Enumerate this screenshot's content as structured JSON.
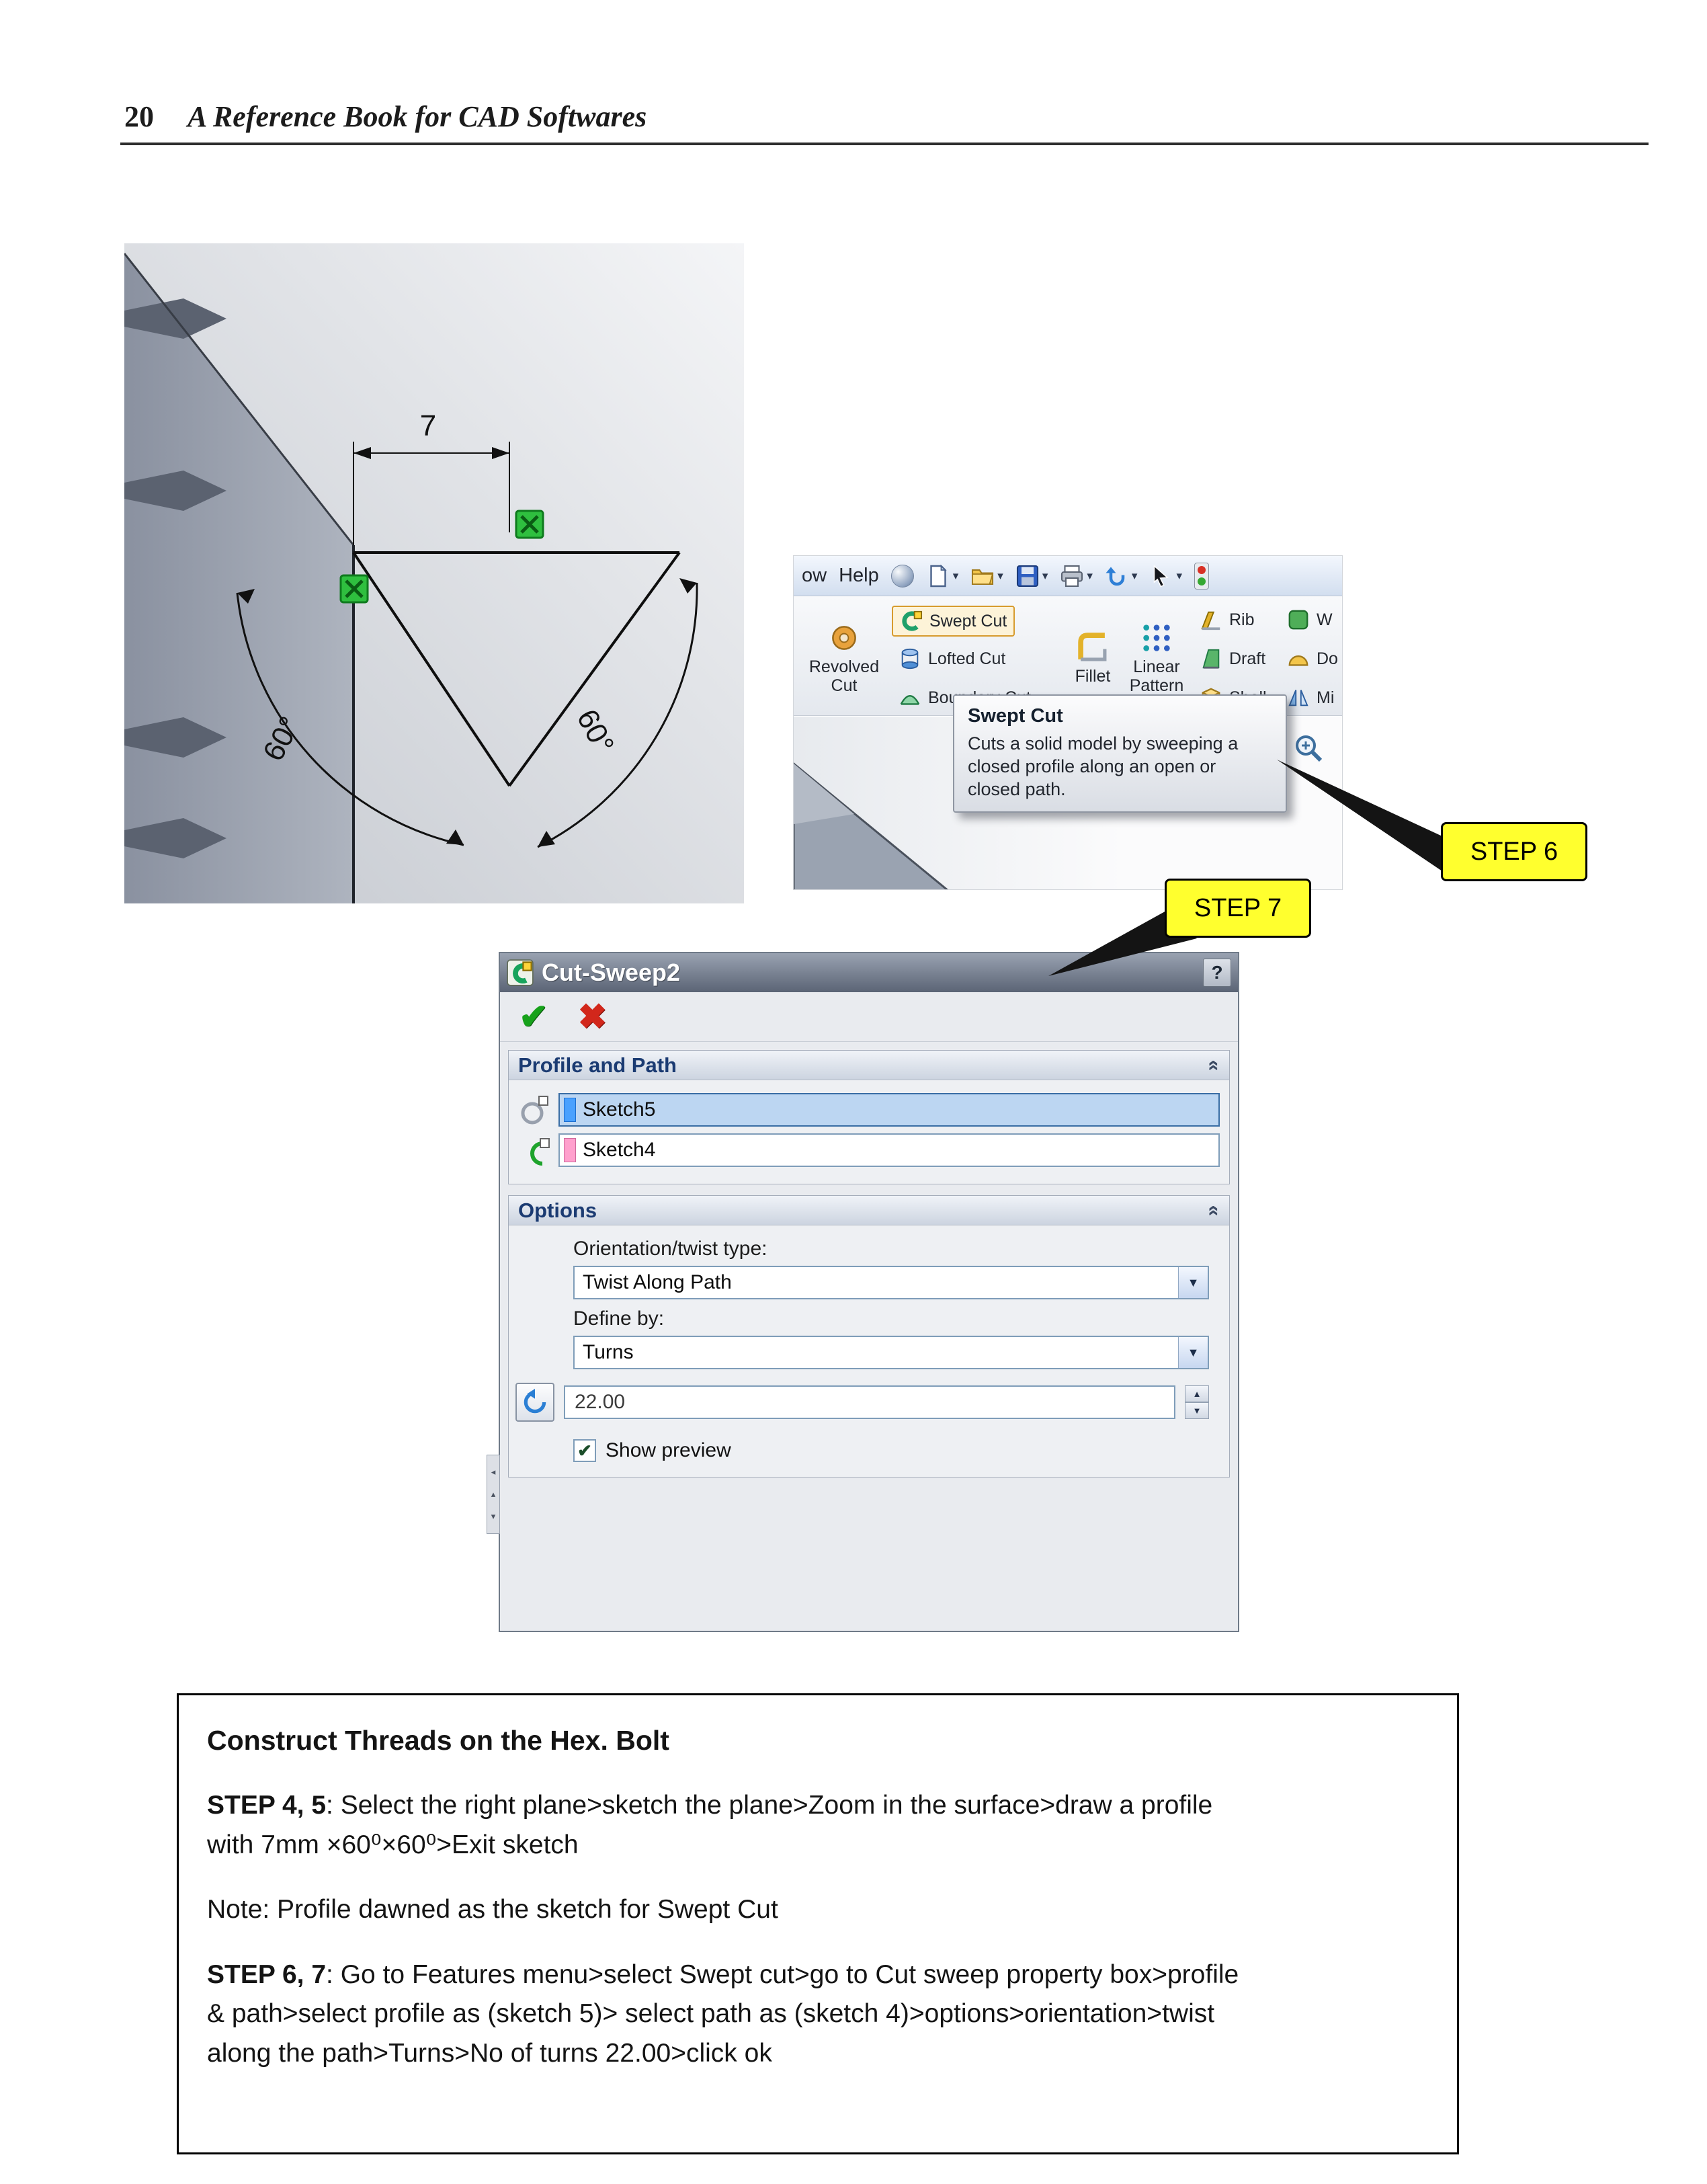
{
  "page": {
    "number": "20",
    "title": "A Reference Book for CAD Softwares"
  },
  "sketch": {
    "dim7": "7",
    "angle_left": "60°",
    "angle_right": "60°"
  },
  "toolbar": {
    "menu": {
      "window_partial": "ow",
      "help": "Help"
    },
    "buttons": {
      "revolved_line1": "Revolved",
      "revolved_line2": "Cut",
      "swept_cut": "Swept Cut",
      "lofted_cut": "Lofted Cut",
      "boundary_cut": "Boundary Cut",
      "fillet": "Fillet",
      "linear_line1": "Linear",
      "linear_line2": "Pattern",
      "rib": "Rib",
      "draft": "Draft",
      "shell": "Shell",
      "wrap_partial": "W",
      "dome_partial": "Do",
      "mirror_partial": "Mi"
    },
    "tooltip": {
      "title": "Swept Cut",
      "body": "Cuts a solid model by sweeping a\nclosed profile along an open or\nclosed path."
    }
  },
  "callouts": {
    "step6": "STEP 6",
    "step7": "STEP 7"
  },
  "dialog": {
    "title": "Cut-Sweep2",
    "help": "?",
    "ok": "✔",
    "cancel": "✖",
    "profile_path": {
      "header": "Profile and Path",
      "profile": "Sketch5",
      "path": "Sketch4"
    },
    "options": {
      "header": "Options",
      "orientation_label": "Orientation/twist type:",
      "orientation_value": "Twist Along Path",
      "define_label": "Define by:",
      "define_value": "Turns",
      "turns": "22.00",
      "show_preview": "Show preview"
    }
  },
  "icons": {
    "dropdown": "▾",
    "combo_arrow": "▼",
    "spin_up": "▲",
    "spin_down": "▼",
    "check": "✔",
    "chevron_collapse": "«",
    "handle_left": "◂",
    "handle_up": "▴",
    "handle_down": "▾"
  },
  "instructions": {
    "heading": "Construct Threads on the Hex. Bolt",
    "p1_lead": "STEP 4, 5",
    "p1_rest": ": Select the right plane>sketch the plane>Zoom in the surface>draw a profile\nwith 7mm ×60⁰×60⁰>Exit sketch",
    "note": "Note: Profile dawned as the sketch for Swept Cut",
    "p3_lead": "STEP 6, 7",
    "p3_rest": ": Go to Features menu>select Swept cut>go to Cut sweep property box>profile\n& path>select profile as (sketch 5)> select path as (sketch 4)>options>orientation>twist\nalong the path>Turns>No of turns 22.00>click ok"
  }
}
